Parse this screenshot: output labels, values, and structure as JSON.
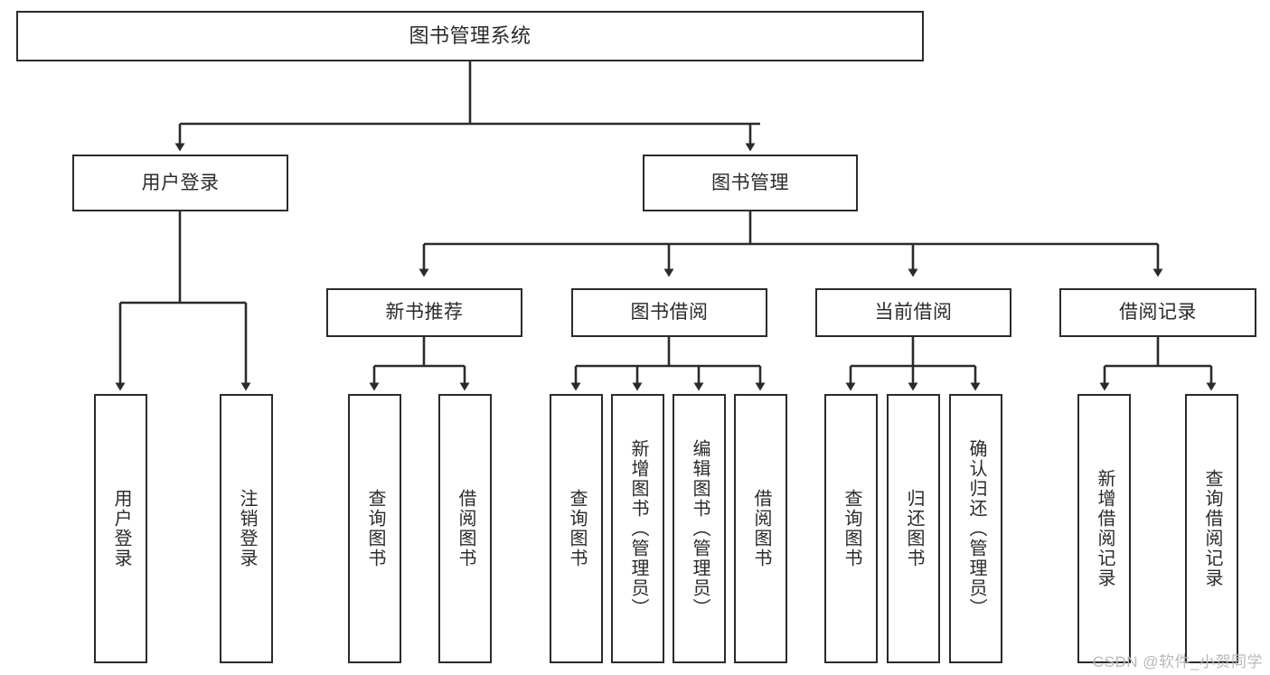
{
  "diagram": {
    "type": "tree",
    "title": "图书管理系统",
    "style": {
      "box_border_color": "#2b2b2b",
      "box_fill_color": "#ffffff",
      "edge_color": "#2b2b2b",
      "text_color": "#2b2b2b",
      "background": "#ffffff"
    },
    "root": {
      "label": "图书管理系统"
    },
    "level2": [
      {
        "label": "用户登录"
      },
      {
        "label": "图书管理"
      }
    ],
    "level3": [
      {
        "label": "新书推荐"
      },
      {
        "label": "图书借阅"
      },
      {
        "label": "当前借阅"
      },
      {
        "label": "借阅记录"
      }
    ],
    "leaves": {
      "user_login": [
        {
          "label": "用户登录"
        },
        {
          "label": "注销登录"
        }
      ],
      "new_book_recommend": [
        {
          "label": "查询图书"
        },
        {
          "label": "借阅图书"
        }
      ],
      "book_borrow": [
        {
          "label": "查询图书"
        },
        {
          "label": "新增图书（管理员）"
        },
        {
          "label": "编辑图书（管理员）"
        },
        {
          "label": "借阅图书"
        }
      ],
      "current_borrow": [
        {
          "label": "查询图书"
        },
        {
          "label": "归还图书"
        },
        {
          "label": "确认归还（管理员）"
        }
      ],
      "borrow_record": [
        {
          "label": "新增借阅记录"
        },
        {
          "label": "查询借阅记录"
        }
      ]
    }
  },
  "watermark": {
    "text": "CSDN @软件_小贺同学"
  }
}
